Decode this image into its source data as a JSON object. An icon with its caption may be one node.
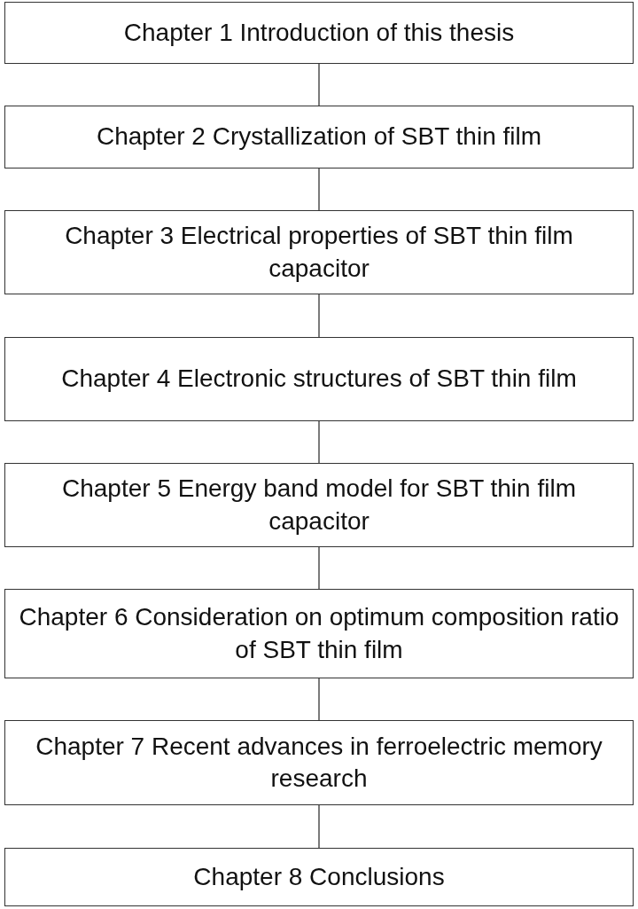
{
  "diagram": {
    "nodes": [
      {
        "text": [
          "Chapter 1 Introduction of this thesis"
        ]
      },
      {
        "text": [
          "Chapter 2 Crystallization of SBT thin film"
        ]
      },
      {
        "text": [
          "Chapter 3 Electrical properties of SBT thin film capacitor"
        ]
      },
      {
        "text": [
          "Chapter 4 Electronic structures of SBT thin film"
        ]
      },
      {
        "text": [
          "Chapter 5 Energy band model for SBT thin film capacitor"
        ]
      },
      {
        "text": [
          "Chapter 6 Consideration on optimum composition ratio of SBT thin film"
        ]
      },
      {
        "text": [
          "Chapter 7 Recent advances in ferroelectric memory research"
        ]
      },
      {
        "text": [
          "Chapter 8 Conclusions"
        ]
      }
    ],
    "edges": [
      {
        "from": 0,
        "to": 1,
        "arrow": "none"
      },
      {
        "from": 1,
        "to": 2,
        "arrow": "none"
      },
      {
        "from": 2,
        "to": 3,
        "arrow": "none"
      },
      {
        "from": 3,
        "to": 4,
        "arrow": "none"
      },
      {
        "from": 4,
        "to": 5,
        "arrow": "none"
      },
      {
        "from": 5,
        "to": 6,
        "arrow": "none"
      },
      {
        "from": 6,
        "to": 7,
        "arrow": "none"
      }
    ]
  }
}
